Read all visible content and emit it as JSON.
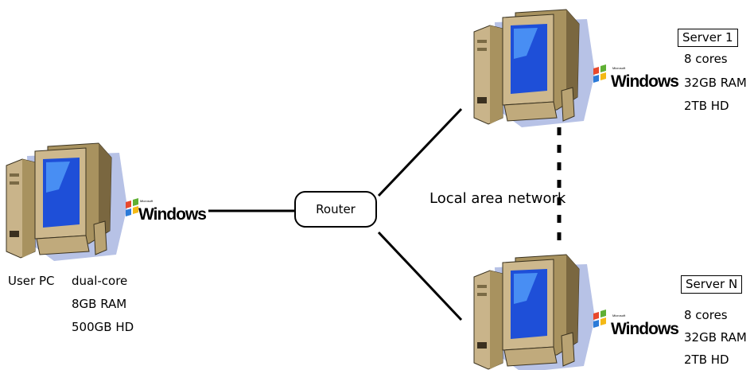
{
  "router": {
    "label": "Router"
  },
  "network": {
    "label": "Local area network"
  },
  "user_pc": {
    "label": "User PC",
    "specs": [
      "dual-core",
      "8GB RAM",
      "500GB HD"
    ],
    "os_logo": "Windows",
    "os_logo_small": "Microsoft"
  },
  "server_1": {
    "label": "Server 1",
    "specs": [
      "8 cores",
      "32GB RAM",
      "2TB HD"
    ],
    "os_logo": "Windows",
    "os_logo_small": "Microsoft"
  },
  "server_n": {
    "label": "Server N",
    "specs": [
      "8 cores",
      "32GB RAM",
      "2TB HD"
    ],
    "os_logo": "Windows",
    "os_logo_small": "Microsoft"
  },
  "colors": {
    "case": "#c9b48a",
    "case_dark": "#8a7650",
    "screen": "#1e4fd8",
    "screen_light": "#5aa9ff",
    "shadow": "#b7c2e6",
    "flag_red": "#e8482c",
    "flag_green": "#5fb034",
    "flag_blue": "#2a7ad8",
    "flag_yellow": "#f4b915"
  }
}
